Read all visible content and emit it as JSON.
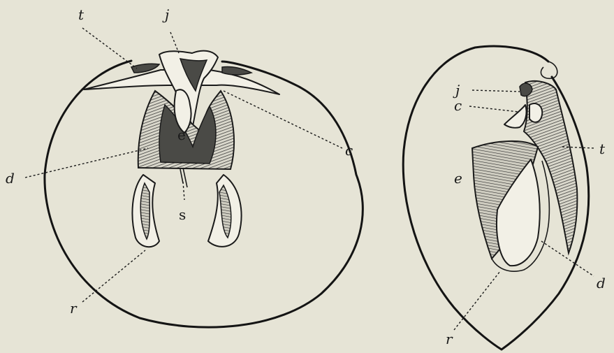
{
  "left_figure": {
    "labels": {
      "t": "t",
      "j": "j",
      "c": "c",
      "d": "d",
      "e": "e",
      "s": "s",
      "r": "r"
    }
  },
  "right_figure": {
    "labels": {
      "j": "j",
      "c": "c",
      "t": "t",
      "e": "e",
      "d": "d",
      "r": "r"
    }
  }
}
